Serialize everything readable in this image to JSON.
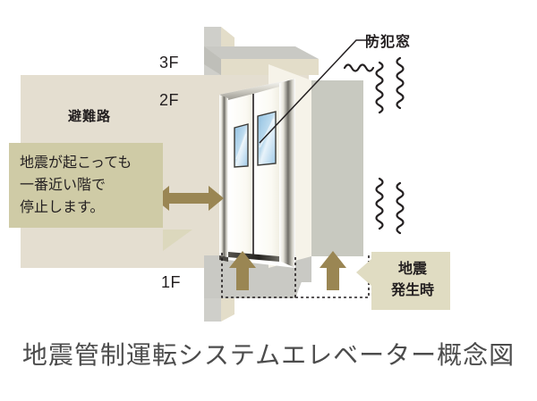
{
  "diagram": {
    "caption": "地震管制運転システムエレベーター概念図",
    "floors": [
      {
        "id": "3F",
        "label": "3F"
      },
      {
        "id": "2F",
        "label": "2F"
      },
      {
        "id": "1F",
        "label": "1F"
      }
    ],
    "labels": {
      "escape_route": "避難路",
      "security_window": "防犯窓"
    },
    "callouts": {
      "stop_message": {
        "lines": [
          "地震が起こっても",
          "一番近い階で",
          "停止します。"
        ]
      },
      "earthquake": {
        "lines": [
          "地震",
          "発生時"
        ]
      }
    },
    "icons": {
      "door_open_arrow": "double-arrow-horizontal-icon",
      "travel_arrow_left": "arrow-up-icon",
      "travel_arrow_right": "arrow-up-icon",
      "vibration_upper": "vibration-wave-icon",
      "vibration_lower": "vibration-wave-icon",
      "leader_line": "leader-line-icon"
    },
    "colors": {
      "escape_route_fill": "#e4ded0",
      "callout_stop_fill": "#cfcba6",
      "callout_quake_fill": "#e0dcc2",
      "arrow_brown": "#9a8653",
      "slab_top": "#c9c9c4",
      "slab_face": "#ded7c2",
      "wall_panel": "#c8c9c0",
      "window_glass_light": "#dcebf6",
      "window_glass_mid": "#8fbfe0",
      "door_panel": "#fdfdf8",
      "outline": "#231f20",
      "caption_color": "#4c4c4c"
    }
  }
}
